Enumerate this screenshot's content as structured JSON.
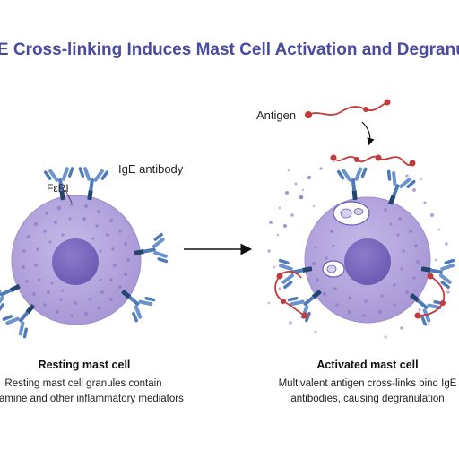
{
  "title": "IgE Cross-linking Induces Mast Cell Activation and Degranulation",
  "labels": {
    "antigen": "Antigen",
    "ige": "IgE antibody",
    "receptor": "FεRI"
  },
  "resting": {
    "title": "Resting mast cell",
    "line1": "Resting mast cell granules contain",
    "line2": "histamine and other inflammatory mediators"
  },
  "activated": {
    "title": "Activated mast cell",
    "line1": "Multivalent antigen cross-links bind IgE",
    "line2": "antibodies, causing degranulation"
  },
  "colors": {
    "title": "#4b4aa3",
    "cell_fill": "#b3a6dd",
    "nucleus": "#7a68c0",
    "antibody": "#4f79b8",
    "antigen": "#c23a3a",
    "receptor": "#23466e"
  }
}
